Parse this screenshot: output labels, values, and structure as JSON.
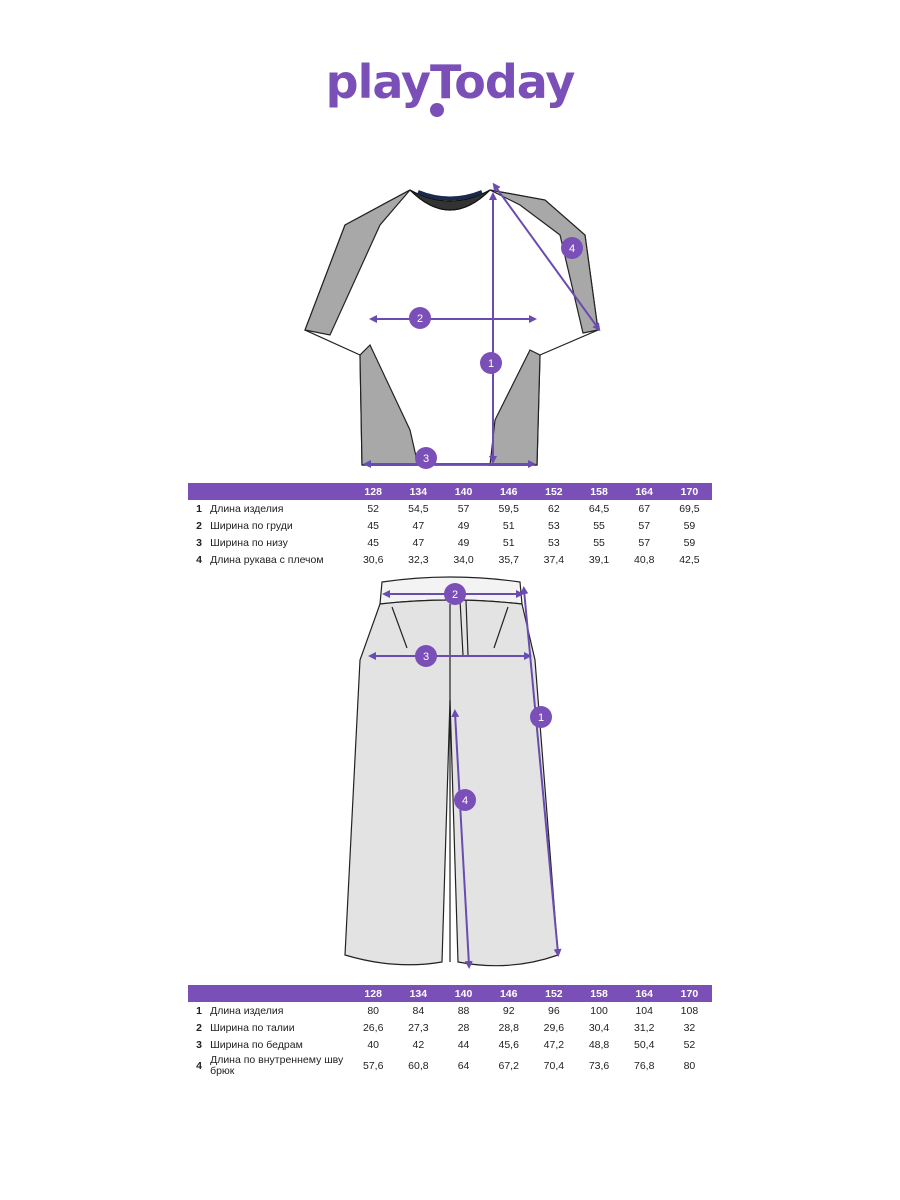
{
  "brand": {
    "logo_text": "playToday"
  },
  "sizes": [
    "128",
    "134",
    "140",
    "146",
    "152",
    "158",
    "164",
    "170"
  ],
  "shirt": {
    "markers": [
      "1",
      "2",
      "3",
      "4"
    ],
    "rows": [
      {
        "num": "1",
        "label": "Длина изделия",
        "values": [
          "52",
          "54,5",
          "57",
          "59,5",
          "62",
          "64,5",
          "67",
          "69,5"
        ]
      },
      {
        "num": "2",
        "label": "Ширина по груди",
        "values": [
          "45",
          "47",
          "49",
          "51",
          "53",
          "55",
          "57",
          "59"
        ]
      },
      {
        "num": "3",
        "label": "Ширина по низу",
        "values": [
          "45",
          "47",
          "49",
          "51",
          "53",
          "55",
          "57",
          "59"
        ]
      },
      {
        "num": "4",
        "label": "Длина рукава с плечом",
        "values": [
          "30,6",
          "32,3",
          "34,0",
          "35,7",
          "37,4",
          "39,1",
          "40,8",
          "42,5"
        ]
      }
    ]
  },
  "pants": {
    "markers": [
      "1",
      "2",
      "3",
      "4"
    ],
    "rows": [
      {
        "num": "1",
        "label": "Длина изделия",
        "values": [
          "80",
          "84",
          "88",
          "92",
          "96",
          "100",
          "104",
          "108"
        ]
      },
      {
        "num": "2",
        "label": "Ширина по талии",
        "values": [
          "26,6",
          "27,3",
          "28",
          "28,8",
          "29,6",
          "30,4",
          "31,2",
          "32"
        ]
      },
      {
        "num": "3",
        "label": "Ширина по бедрам",
        "values": [
          "40",
          "42",
          "44",
          "45,6",
          "47,2",
          "48,8",
          "50,4",
          "52"
        ]
      },
      {
        "num": "4",
        "label": "Длина по внутреннему шву брюк",
        "values": [
          "57,6",
          "60,8",
          "64",
          "67,2",
          "70,4",
          "73,6",
          "76,8",
          "80"
        ]
      }
    ]
  },
  "colors": {
    "accent": "#7b4fb8",
    "garment_gray": "#bfbfbf",
    "pants_fill": "#e3e3e3"
  }
}
